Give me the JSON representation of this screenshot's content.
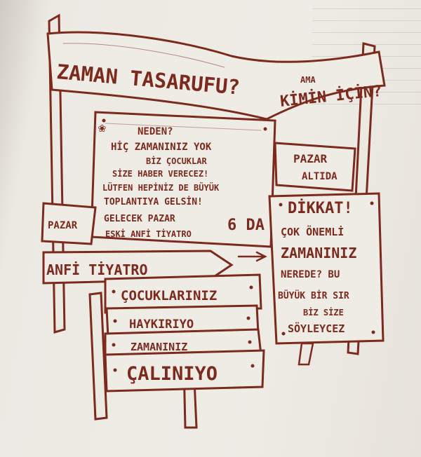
{
  "colors": {
    "ink": "#7d2a1e",
    "board": "#ece9e3",
    "paper": "#efece6"
  },
  "top_sign": {
    "main": "ZAMAN TASARUFU?",
    "ama": "AMA",
    "kimin": "KİMİN İÇİN?"
  },
  "notice": {
    "lines": [
      "NEDEN?",
      "HİÇ ZAMANINIZ YOK",
      "BİZ ÇOCUKLAR",
      "SİZE HABER VERECEZ!",
      "LÜTFEN HEPİNİZ DE BÜYÜK",
      "TOPLANTIYA GELSİN!",
      "GELECEK PAZAR",
      "ESKİ ANFİ TİYATRO",
      "6 DA"
    ]
  },
  "left_post": {
    "pazar": "PAZAR",
    "anfi": "ANFİ TİYATRO"
  },
  "pazar_sign": {
    "line1": "PAZAR",
    "line2": "ALTIDA"
  },
  "dikkat_sign": {
    "lines": [
      "DİKKAT!",
      "ÇOK ÖNEMLİ",
      "ZAMANINIZ",
      "NEREDE? BU",
      "BÜYÜK BİR SIR",
      "BİZ SİZE",
      "SÖYLEYCEZ"
    ]
  },
  "bottom_planks": [
    "ÇOCUKLARINIZ",
    "HAYKIRIYO",
    "ZAMANINIZ",
    "ÇALINIYO"
  ]
}
